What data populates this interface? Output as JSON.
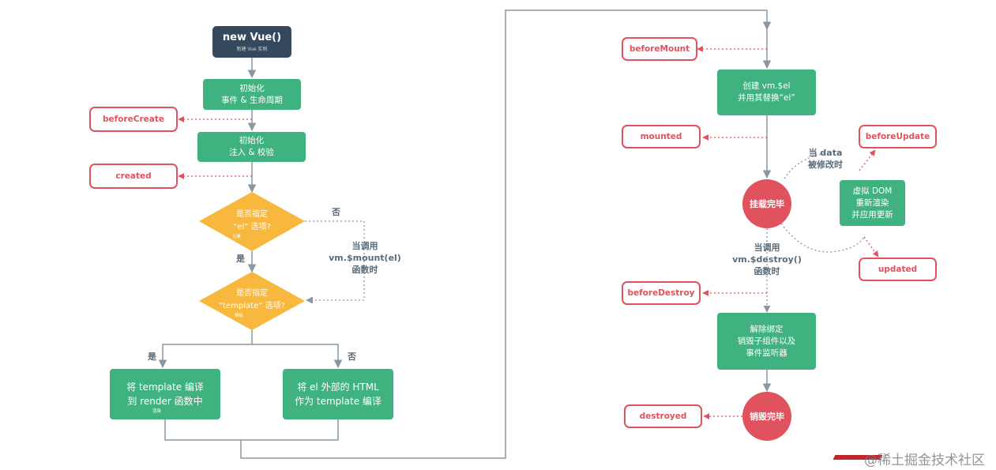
{
  "start": {
    "title": "new Vue()",
    "subtitle": "新建 Vue 实例"
  },
  "init_events": {
    "line1": "初始化",
    "line2": "事件 & 生命周期"
  },
  "init_inject": {
    "line1": "初始化",
    "line2": "注入 & 校验"
  },
  "hooks": {
    "before_create": "beforeCreate",
    "created": "created",
    "before_mount": "beforeMount",
    "mounted": "mounted",
    "before_update": "beforeUpdate",
    "updated": "updated",
    "before_destroy": "beforeDestroy",
    "destroyed": "destroyed"
  },
  "decision_el": {
    "line1": "是否指定",
    "line2": "“el” 选项?",
    "note": "元素"
  },
  "decision_template": {
    "line1": "是否指定",
    "line2": "“template” 选项?",
    "note": "模板"
  },
  "labels": {
    "no": "否",
    "yes": "是",
    "mount_call_1": "当调用",
    "mount_call_2": "vm.$mount(el)",
    "mount_call_3": "函数时",
    "data_change_1": "当 data",
    "data_change_2": "被修改时",
    "destroy_call_1": "当调用",
    "destroy_call_2": "vm.$destroy()",
    "destroy_call_3": "函数时"
  },
  "compile_template": {
    "line1": "将 template 编译",
    "line2": "到 render 函数中",
    "note": "渲染"
  },
  "compile_el": {
    "line1": "将 el 外部的 HTML",
    "line2": "作为 template 编译"
  },
  "create_el": {
    "line1": "创建  vm.$el",
    "line2": "并用其替换“el”"
  },
  "mounted_state": "挂载完毕",
  "rerender": {
    "line1": "虚拟 DOM",
    "line2": "重新渲染",
    "line3": "并应用更新"
  },
  "teardown": {
    "line1": "解除绑定",
    "line2": "销毁子组件以及",
    "line3": "事件监听器"
  },
  "destroyed_state": "销毁完毕",
  "watermark": "@稀土掘金技术社区",
  "colors": {
    "green": "#3fb27f",
    "red": "#e0525d",
    "yellow": "#f8b73d",
    "dark": "#34495e",
    "line": "#8a97a3"
  }
}
